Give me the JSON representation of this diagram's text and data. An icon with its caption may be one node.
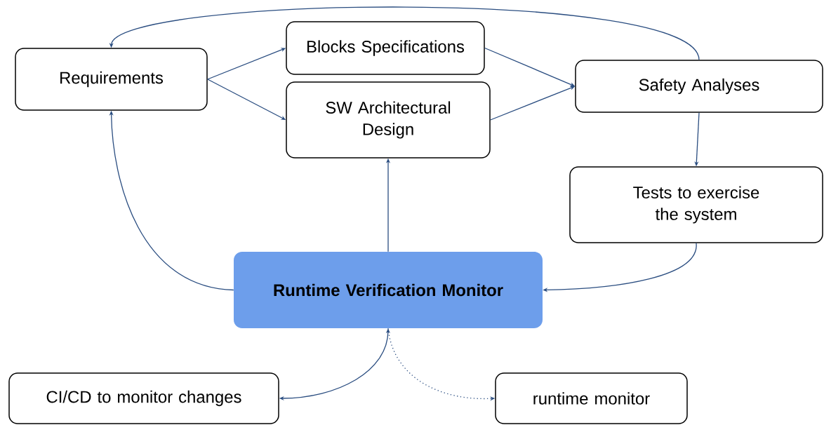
{
  "diagram": {
    "nodes": [
      {
        "text": [
          "Requirements"
        ]
      },
      {
        "text": [
          "Blocks Specifications"
        ]
      },
      {
        "text": [
          "SW Architectural Design"
        ]
      },
      {
        "text": [
          "Safety Analyses"
        ]
      },
      {
        "text": [
          "Tests to exercise the system"
        ]
      },
      {
        "text": [
          "Runtime Verification Monitor"
        ]
      },
      {
        "text": [
          "CI/CD to monitor changes"
        ]
      },
      {
        "text": [
          "runtime monitor"
        ]
      }
    ],
    "edges": [
      {
        "from": 0,
        "to": 1,
        "arrow": "to"
      },
      {
        "from": 0,
        "to": 2,
        "arrow": "to"
      },
      {
        "from": 1,
        "to": 3,
        "arrow": "to"
      },
      {
        "from": 2,
        "to": 3,
        "arrow": "to"
      },
      {
        "from": 3,
        "to": 0,
        "arrow": "to"
      },
      {
        "from": 3,
        "to": 4,
        "arrow": "to"
      },
      {
        "from": 4,
        "to": 5,
        "arrow": "to"
      },
      {
        "from": 5,
        "to": 0,
        "arrow": "to"
      },
      {
        "from": 5,
        "to": 2,
        "arrow": "to"
      },
      {
        "from": 5,
        "to": 6,
        "arrow": "both"
      },
      {
        "from": 5,
        "to": 7,
        "arrow": "to",
        "style": "dashed"
      }
    ]
  }
}
